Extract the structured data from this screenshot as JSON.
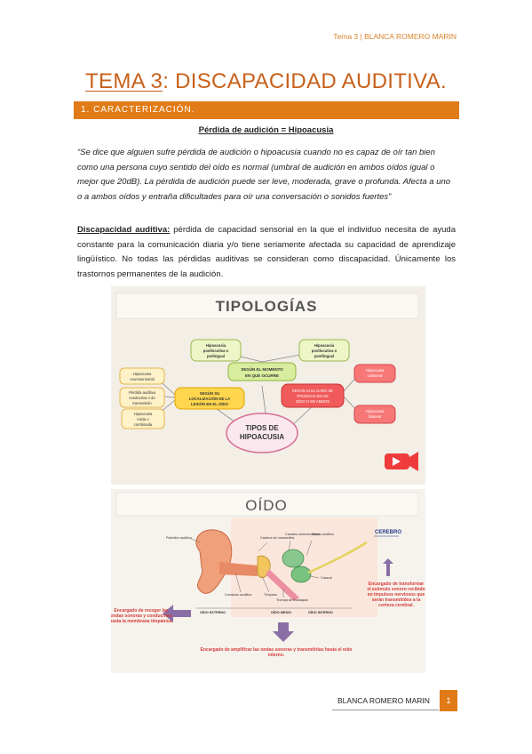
{
  "header": {
    "running_title": "Tema 3 | BLANCA ROMERO MARIN"
  },
  "title": {
    "part1": "TEMA 3",
    "part2": ": DISCAPACIDAD AUDITIVA."
  },
  "section_bar": "1.  CARACTERIZACIÓN.",
  "subtitle": "Pérdida de audición = Hipoacusia",
  "quote": "“Se dice que alguien sufre pérdida de audición o hipoacusia cuando no es capaz de oír tan bien como una persona cuyo sentido del oído es normal (umbral de audición en ambos oídos igual o mejor que 20dB). La pérdida de audición puede ser leve, moderada, grave o profunda. Afecta a uno o a ambos oídos y entraña dificultades para oír una conversación o sonidos fuertes”",
  "definition": {
    "term": "Discapacidad auditiva:",
    "text": " pérdida de capacidad sensorial en la que el individuo necesita de ayuda constante para la comunicación diaria y/o tiene seriamente afectada su capacidad de aprendizaje lingüístico. No todas las pérdidas auditivas se consideran como discapacidad. Únicamente los trastornos permanentes de la audición."
  },
  "tipologias": {
    "heading": "TIPOLOGÍAS",
    "center": [
      "TIPOS DE",
      "HIPOACUSIA"
    ],
    "moment": [
      "SEGÚN EL MOMENTO",
      "EN QUE OCURRE"
    ],
    "location": [
      "SEGÚN SU",
      "LOCALIZACIÓN DE LA",
      "LESIÓN EN EL OÍDO"
    ],
    "ears": [
      "SEGÚN SI EL DAÑO SE",
      "PRODUCE EN UN",
      "OÍDO O EN AMBOS"
    ],
    "prelocutive": [
      "Hipoacusia",
      "postlocutiva o",
      "prelingual"
    ],
    "postlocutive": [
      "Hipoacusia",
      "postlocutiva o",
      "postlingual"
    ],
    "neuro": [
      "Hipoacusia",
      "neurosensorial"
    ],
    "conductive": [
      "Pérdida auditiva",
      "conductiva o de",
      "transmisión"
    ],
    "mixed": [
      "Hipoacusia",
      "mixta o",
      "combinada"
    ],
    "unilateral": [
      "Hipoacusia",
      "unilateral"
    ],
    "bilateral": [
      "Hipoacusia",
      "bilateral"
    ]
  },
  "oido": {
    "heading": "OÍDO",
    "brain": "CEREBRO",
    "labels": {
      "pabellon": "Pabellón auditivo",
      "cadena": "Cadena de huesecillos",
      "canales": "Canales semicirculares",
      "nervio": "Nervio auditivo",
      "caracol": "Caracol",
      "conducto": "Conducto auditivo",
      "timpano": "Tímpano",
      "trompa": "Trompa de Eustaquio",
      "externo": "OÍDO EXTERNO",
      "medio": "OÍDO MEDIO",
      "interno": "OÍDO INTERNO"
    },
    "note_left": "Encargado de recoger las ondas sonoras y conducirlas hasta la membrana timpánica.",
    "note_right": "Encargado de transformar el estímulo sonoro recibido en impulsos nerviosos que serán transmitidos a la corteza cerebral.",
    "note_bottom": "Encargado de amplificar las ondas sonoras y transmitirlas hasta el oído interno."
  },
  "footer": {
    "name": "BLANCA ROMERO MARIN",
    "page": "1"
  }
}
